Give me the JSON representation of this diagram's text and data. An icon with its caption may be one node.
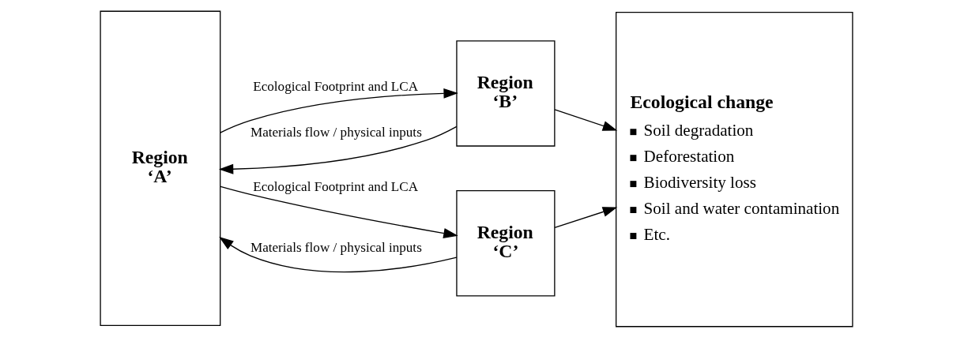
{
  "diagram": {
    "nodes": [
      {
        "text": [
          "Region ‘A’"
        ]
      },
      {
        "text": [
          "Region ‘B’"
        ]
      },
      {
        "text": [
          "Region ‘C’"
        ]
      },
      {
        "text": [
          "Ecological change",
          "Soil degradation",
          "Deforestation",
          "Biodiversity loss",
          "Soil and water contamination",
          "Etc."
        ]
      }
    ],
    "edges": [
      {
        "from": 1,
        "to": 0,
        "arrow": "to",
        "label": "Materials flow / physical inputs"
      },
      {
        "from": 0,
        "to": 1,
        "arrow": "to",
        "label": "Ecological Footprint and LCA"
      },
      {
        "from": 1,
        "to": 3,
        "arrow": "to"
      },
      {
        "from": 0,
        "to": 2,
        "arrow": "to",
        "label": "Ecological Footprint and LCA"
      },
      {
        "from": 2,
        "to": 0,
        "arrow": "to",
        "label": "Materials flow / physical inputs"
      },
      {
        "from": 2,
        "to": 3,
        "arrow": "to"
      }
    ]
  }
}
